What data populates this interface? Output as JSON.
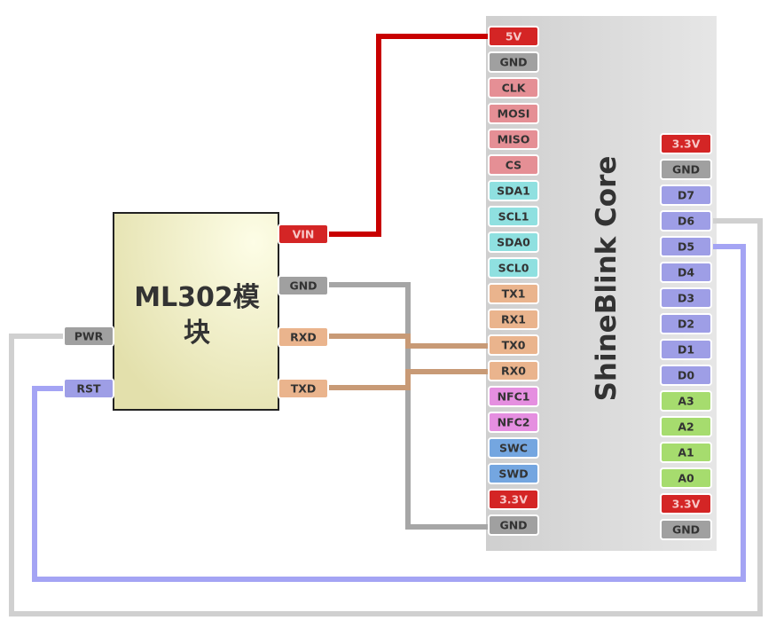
{
  "board": {
    "title": "ShineBlink Core",
    "left_pins": [
      {
        "label": "5V",
        "color": "#d42525"
      },
      {
        "label": "GND",
        "color": "#a0a0a0"
      },
      {
        "label": "CLK",
        "color": "#e58f95"
      },
      {
        "label": "MOSI",
        "color": "#e58f95"
      },
      {
        "label": "MISO",
        "color": "#e58f95"
      },
      {
        "label": "CS",
        "color": "#e58f95"
      },
      {
        "label": "SDA1",
        "color": "#8fe0e0"
      },
      {
        "label": "SCL1",
        "color": "#8fe0e0"
      },
      {
        "label": "SDA0",
        "color": "#8fe0e0"
      },
      {
        "label": "SCL0",
        "color": "#8fe0e0"
      },
      {
        "label": "TX1",
        "color": "#eab48d"
      },
      {
        "label": "RX1",
        "color": "#eab48d"
      },
      {
        "label": "TX0",
        "color": "#eab48d"
      },
      {
        "label": "RX0",
        "color": "#eab48d"
      },
      {
        "label": "NFC1",
        "color": "#e58fe0"
      },
      {
        "label": "NFC2",
        "color": "#e58fe0"
      },
      {
        "label": "SWC",
        "color": "#74a6e0"
      },
      {
        "label": "SWD",
        "color": "#74a6e0"
      },
      {
        "label": "3.3V",
        "color": "#d42525"
      },
      {
        "label": "GND",
        "color": "#a0a0a0"
      }
    ],
    "right_pins": [
      {
        "label": "3.3V",
        "color": "#d42525"
      },
      {
        "label": "GND",
        "color": "#a0a0a0"
      },
      {
        "label": "D7",
        "color": "#9e9ee6"
      },
      {
        "label": "D6",
        "color": "#9e9ee6"
      },
      {
        "label": "D5",
        "color": "#9e9ee6"
      },
      {
        "label": "D4",
        "color": "#9e9ee6"
      },
      {
        "label": "D3",
        "color": "#9e9ee6"
      },
      {
        "label": "D2",
        "color": "#9e9ee6"
      },
      {
        "label": "D1",
        "color": "#9e9ee6"
      },
      {
        "label": "D0",
        "color": "#9e9ee6"
      },
      {
        "label": "A3",
        "color": "#a6dc6e"
      },
      {
        "label": "A2",
        "color": "#a6dc6e"
      },
      {
        "label": "A1",
        "color": "#a6dc6e"
      },
      {
        "label": "A0",
        "color": "#a6dc6e"
      },
      {
        "label": "3.3V",
        "color": "#d42525"
      },
      {
        "label": "GND",
        "color": "#a0a0a0"
      }
    ]
  },
  "module": {
    "title_line1": "ML302模",
    "title_line2": "块",
    "right_pins": [
      {
        "label": "VIN",
        "color": "#d42525"
      },
      {
        "label": "GND",
        "color": "#a0a0a0"
      },
      {
        "label": "RXD",
        "color": "#eab48d"
      },
      {
        "label": "TXD",
        "color": "#eab48d"
      }
    ],
    "left_pins": [
      {
        "label": "PWR",
        "color": "#a0a0a0"
      },
      {
        "label": "RST",
        "color": "#9e9ee6"
      }
    ]
  },
  "wires": [
    {
      "from": "VIN",
      "to": "5V",
      "color": "#c80000"
    },
    {
      "from": "GND",
      "to": "GND",
      "color": "#a6a6a6"
    },
    {
      "from": "RXD",
      "to": "TX0",
      "color": "#c89a76"
    },
    {
      "from": "TXD",
      "to": "RX0",
      "color": "#c89a76"
    },
    {
      "from": "PWR",
      "to": "D6",
      "color": "#d0d0d0"
    },
    {
      "from": "RST",
      "to": "D5",
      "color": "#a4a4f4"
    }
  ]
}
